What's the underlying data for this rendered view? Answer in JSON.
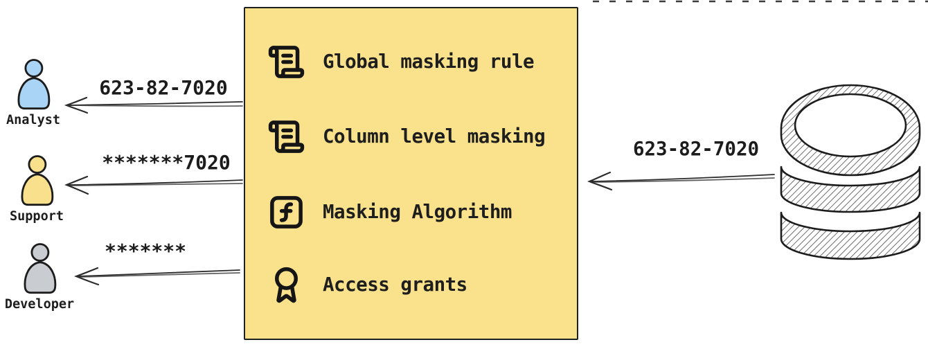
{
  "box": {
    "fill": "#f9e28b",
    "items": [
      {
        "icon": "scroll-text-icon",
        "label": "Global masking rule"
      },
      {
        "icon": "scroll-text-icon",
        "label": "Column level masking"
      },
      {
        "icon": "function-square-icon",
        "label": "Masking Algorithm"
      },
      {
        "icon": "award-icon",
        "label": "Access grants"
      }
    ]
  },
  "actors": [
    {
      "name": "Analyst",
      "fill": "#a9d4f6",
      "arrow_label": "623-82-7020"
    },
    {
      "name": "Support",
      "fill": "#f8e08d",
      "arrow_label": "*******7020"
    },
    {
      "name": "Developer",
      "fill": "#c9cdd2",
      "arrow_label": "*******"
    }
  ],
  "source": {
    "name": "database",
    "arrow_label": "623-82-7020"
  },
  "colors": {
    "outline": "#1f1f1f",
    "text": "#1d1d1d",
    "background": "#ffffff",
    "hatch": "#3d3d3d"
  }
}
